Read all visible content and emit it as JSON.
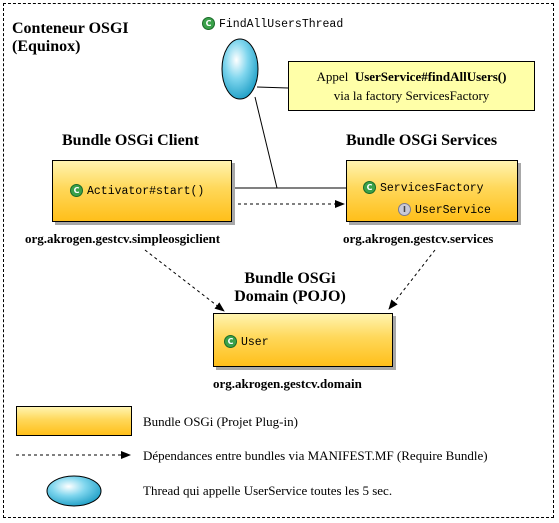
{
  "container": {
    "line1": "Conteneur OSGI",
    "line2": "(Equinox)"
  },
  "thread": {
    "label": "FindAllUsersThread"
  },
  "note": {
    "line1_prefix": "Appel",
    "line1_method": "UserService#findAllUsers()",
    "line2": "via la factory ServicesFactory"
  },
  "client": {
    "title": "Bundle OSGi Client",
    "class_label": "Activator#start()",
    "package": "org.akrogen.gestcv.simpleosgiclient"
  },
  "services": {
    "title": "Bundle OSGi Services",
    "class_label": "ServicesFactory",
    "interface_label": "UserService",
    "package": "org.akrogen.gestcv.services"
  },
  "domain": {
    "title_line1": "Bundle OSGi",
    "title_line2": "Domain (POJO)",
    "class_label": "User",
    "package": "org.akrogen.gestcv.domain"
  },
  "legend": {
    "bundle": "Bundle OSGi (Projet Plug-in)",
    "dependency": "Dépendances entre bundles via MANIFEST.MF (Require Bundle)",
    "thread": "Thread qui appelle UserService toutes les 5 sec."
  },
  "icons": {
    "class_icon": "class-icon",
    "interface_icon": "interface-icon",
    "class_glyph": "C",
    "interface_glyph": "I"
  },
  "colors": {
    "bundle_top": "#fff4b0",
    "bundle_bottom": "#ffbf1a",
    "note_fill": "#ffffa8",
    "thread_fill": "#3fb8d8",
    "class_icon": "#3aa14a"
  }
}
